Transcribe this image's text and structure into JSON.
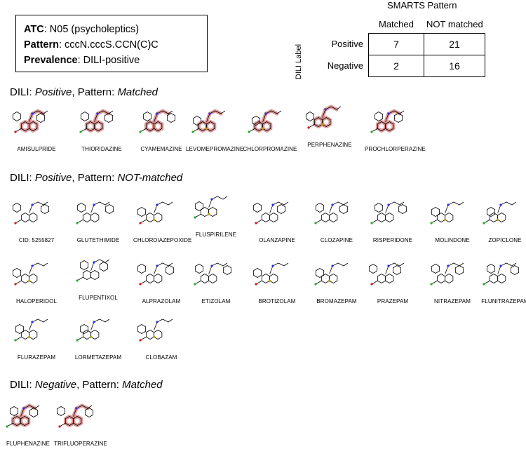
{
  "info": {
    "atc_key": "ATC",
    "atc_value": ": N05 (psycholeptics)",
    "pattern_key": "Pattern",
    "pattern_value": ": cccN.cccS.CCN(C)C",
    "prevalence_key": "Prevalence",
    "prevalence_value": ": DILI-positive"
  },
  "contingency": {
    "title": "SMARTS Pattern",
    "col_matched": "Matched",
    "col_not_matched": "NOT matched",
    "row_axis_label": "DILI Label",
    "rows": [
      {
        "label": "Positive",
        "matched": "7",
        "not_matched": "21"
      },
      {
        "label": "Negative",
        "matched": "2",
        "not_matched": "16"
      }
    ]
  },
  "sections": [
    {
      "prefix": "DILI: ",
      "label": "Positive",
      "mid": ", Pattern: ",
      "pattern": "Matched",
      "molecules": [
        "AMISULPRIDE",
        "THIORIDAZINE",
        "CYAMEMAZINE",
        "LEVOMEPROMAZINE",
        "CHLORPROMAZINE",
        "PERPHENAZINE",
        "PROCHLORPERAZINE"
      ]
    },
    {
      "prefix": "DILI: ",
      "label": "Positive",
      "mid": ", Pattern: ",
      "pattern": "NOT-matched",
      "molecules": [
        "CID: 5255827",
        "GLUTETHIMIDE",
        "CHLORDIAZEPOXIDE",
        "FLUSPIRILENE",
        "OLANZAPINE",
        "CLOZAPINE",
        "RISPERIDONE",
        "MOLINDONE",
        "ZOPICLONE",
        "HALOPERIDOL",
        "FLUPENTIXOL",
        "ALPRAZOLAM",
        "ETIZOLAM",
        "BROTIZOLAM",
        "BROMAZEPAM",
        "PRAZEPAM",
        "NITRAZEPAM",
        "FLUNITRAZEPAM",
        "FLURAZEPAM",
        "LORMETAZEPAM",
        "CLOBAZAM"
      ]
    },
    {
      "prefix": "DILI: ",
      "label": "Negative",
      "mid": ", Pattern: ",
      "pattern": "Matched",
      "molecules": [
        "FLUPHENAZINE",
        "TRIFLUOPERAZINE"
      ]
    }
  ],
  "colors": {
    "highlight": "#d98a8a",
    "bond": "#000000",
    "nitrogen": "#2a2af0",
    "oxygen": "#e01010",
    "halogen": "#22b022",
    "sulfur": "#b8a000"
  }
}
